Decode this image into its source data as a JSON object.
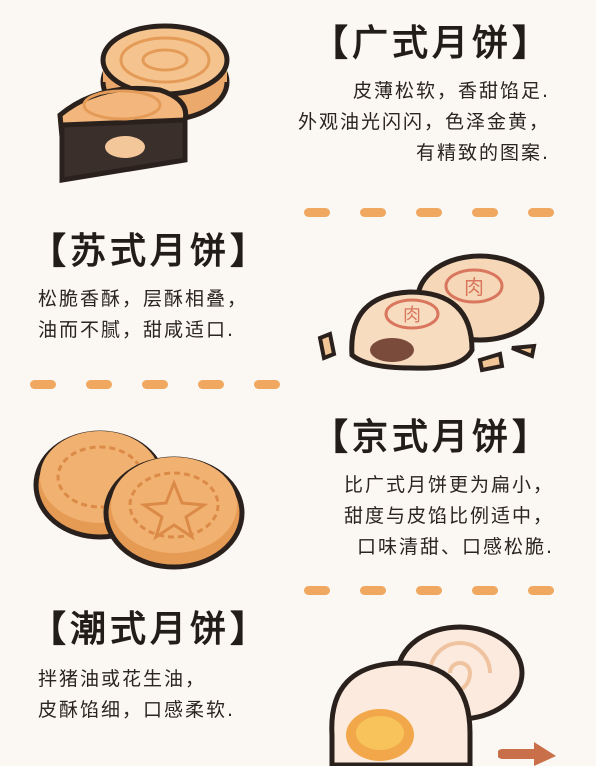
{
  "sections": [
    {
      "title": "【广式月饼】",
      "lines": [
        "皮薄松软，香甜馅足.",
        "外观油光闪闪，色泽金黄，",
        "有精致的图案."
      ]
    },
    {
      "title": "【苏式月饼】",
      "lines": [
        "松脆香酥，层酥相叠，",
        "油而不腻，甜咸适口."
      ]
    },
    {
      "title": "【京式月饼】",
      "lines": [
        "比广式月饼更为扁小，",
        "甜度与皮馅比例适中，",
        "口味清甜、口感松脆."
      ]
    },
    {
      "title": "【潮式月饼】",
      "lines": [
        "拌猪油或花生油，",
        "皮酥馅细，口感柔软."
      ]
    }
  ],
  "illustrations": {
    "cantonese": "cantonese-mooncake-illustration",
    "suzhou": "suzhou-mooncake-illustration",
    "suzhou_stamp": "肉",
    "beijing": "beijing-mooncake-illustration",
    "teochew": "teochew-mooncake-illustration"
  },
  "colors": {
    "background": "#fbf8f4",
    "dash": "#f0a860",
    "crust": "#f2b77a",
    "outline": "#2a211d",
    "arrow": "#c9704a"
  }
}
